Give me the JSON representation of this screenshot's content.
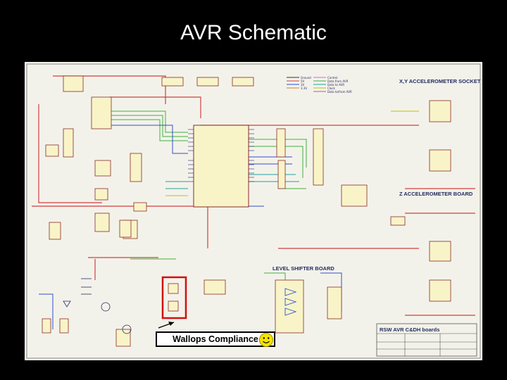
{
  "slide": {
    "title": "AVR Schematic",
    "callout_text": "Wallops Compliance",
    "callout_icon": "smiley-face-icon"
  },
  "schematic": {
    "sections": {
      "xy_accel": "X,Y ACCELEROMETER SOCKET",
      "z_accel": "Z ACCELEROMETER BOARD",
      "level_shifter": "LEVEL SHIFTER BOARD"
    },
    "title_block": {
      "name": "RSW AVR C&DH boards"
    },
    "legend": [
      "Ground",
      "5V",
      "3V",
      "3.3V",
      "Control",
      "Data from AVR",
      "Data to AVR",
      "Clock",
      "Data to/from AVR"
    ],
    "legend_colors": [
      "#333333",
      "#d04040",
      "#3050d0",
      "#d08030",
      "#e060e0",
      "#40b040",
      "#20a0a0",
      "#c0c000",
      "#9060c0"
    ]
  },
  "colors": {
    "background": "#000000",
    "schematic_bg": "#f3f2ea",
    "highlight_box": "#d01010",
    "wire_red": "#d04040",
    "wire_green": "#40b040",
    "wire_blue": "#3050d0"
  }
}
